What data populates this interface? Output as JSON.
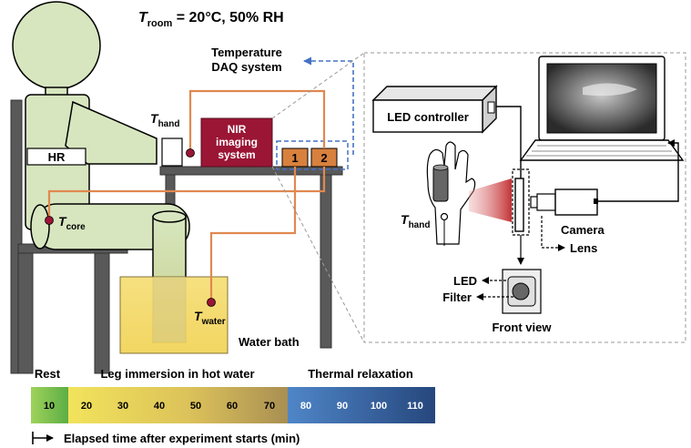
{
  "room_condition": {
    "symbol": "T",
    "subscript": "room",
    "value": " = 20°C, 50% RH"
  },
  "daq": {
    "line1": "Temperature",
    "line2": "DAQ system",
    "channel1": "1",
    "channel2": "2"
  },
  "nir": {
    "line1": "NIR",
    "line2": "imaging",
    "line3": "system"
  },
  "sensors": {
    "hand": {
      "symbol": "T",
      "subscript": "hand"
    },
    "core": {
      "symbol": "T",
      "subscript": "core"
    },
    "water": {
      "symbol": "T",
      "subscript": "water"
    }
  },
  "hr_label": "HR",
  "water_bath_label": "Water bath",
  "imaging_setup": {
    "led_controller": "LED controller",
    "camera": "Camera",
    "lens": "Lens",
    "led": "LED",
    "filter": "Filter",
    "front_view": "Front view",
    "hand_label": {
      "symbol": "T",
      "subscript": "hand"
    }
  },
  "timeline": {
    "phases": [
      "Rest",
      "Leg immersion in hot water",
      "Thermal relaxation"
    ],
    "ticks": [
      "10",
      "20",
      "30",
      "40",
      "50",
      "60",
      "70",
      "80",
      "90",
      "100",
      "110"
    ],
    "axis_label": "Elapsed time after experiment starts (min)"
  },
  "colors": {
    "orange": "#e08850",
    "blue": "#4472c4",
    "maroon": "#9b1535",
    "figure": "#d7e6bf"
  }
}
